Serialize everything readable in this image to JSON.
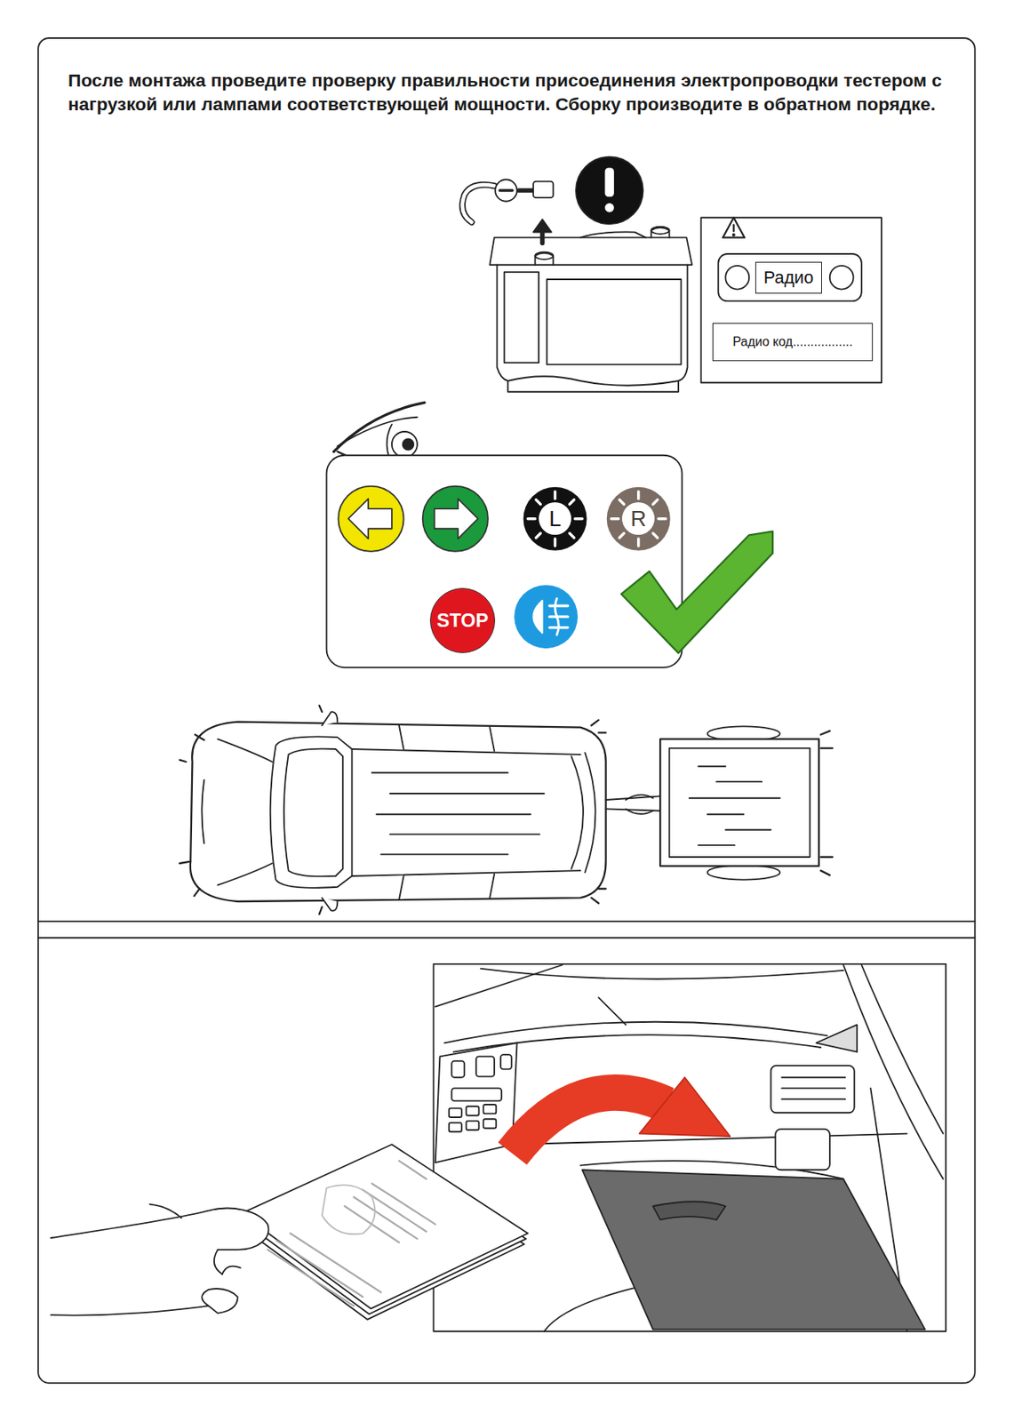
{
  "diagram": {
    "title": "После монтажа проведите проверку правильности присоединения электропроводки тестером с нагрузкой или лампами соответствующей мощности. Сборку производите в обратном порядке.",
    "nodes": [
      {
        "text": [
          "Радио"
        ]
      },
      {
        "text": [
          "Радио код................."
        ]
      },
      {
        "text": [
          "L"
        ]
      },
      {
        "text": [
          "R"
        ]
      },
      {
        "text": [
          "STOP"
        ]
      }
    ]
  }
}
